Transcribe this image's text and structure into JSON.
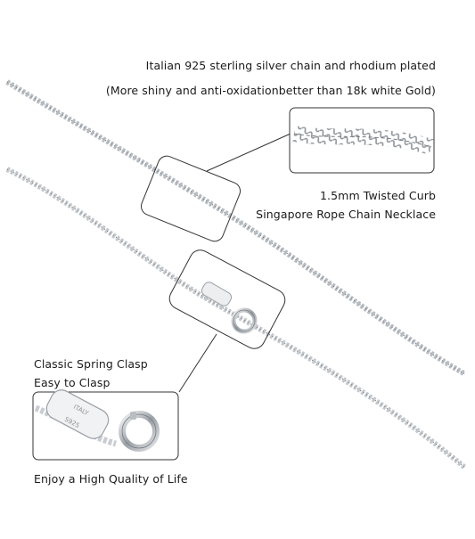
{
  "headline_line1": "Italian 925 sterling silver chain and rhodium plated",
  "headline_line2": "(More shiny and anti-oxidationbetter than 18k white Gold)",
  "chain_caption_line1": "1.5mm Twisted Curb",
  "chain_caption_line2": "Singapore Rope Chain Necklace",
  "clasp_caption_line1": "Classic Spring Clasp",
  "clasp_caption_line2": "Easy to Clasp",
  "footer_caption": "Enjoy a High Quality of Life",
  "clasp_stamp_brand": "ITALY",
  "clasp_stamp_purity": "S925",
  "colors": {
    "text": "#1a1a1a",
    "silver": "#9aa0a6",
    "box_border": "#333333"
  }
}
